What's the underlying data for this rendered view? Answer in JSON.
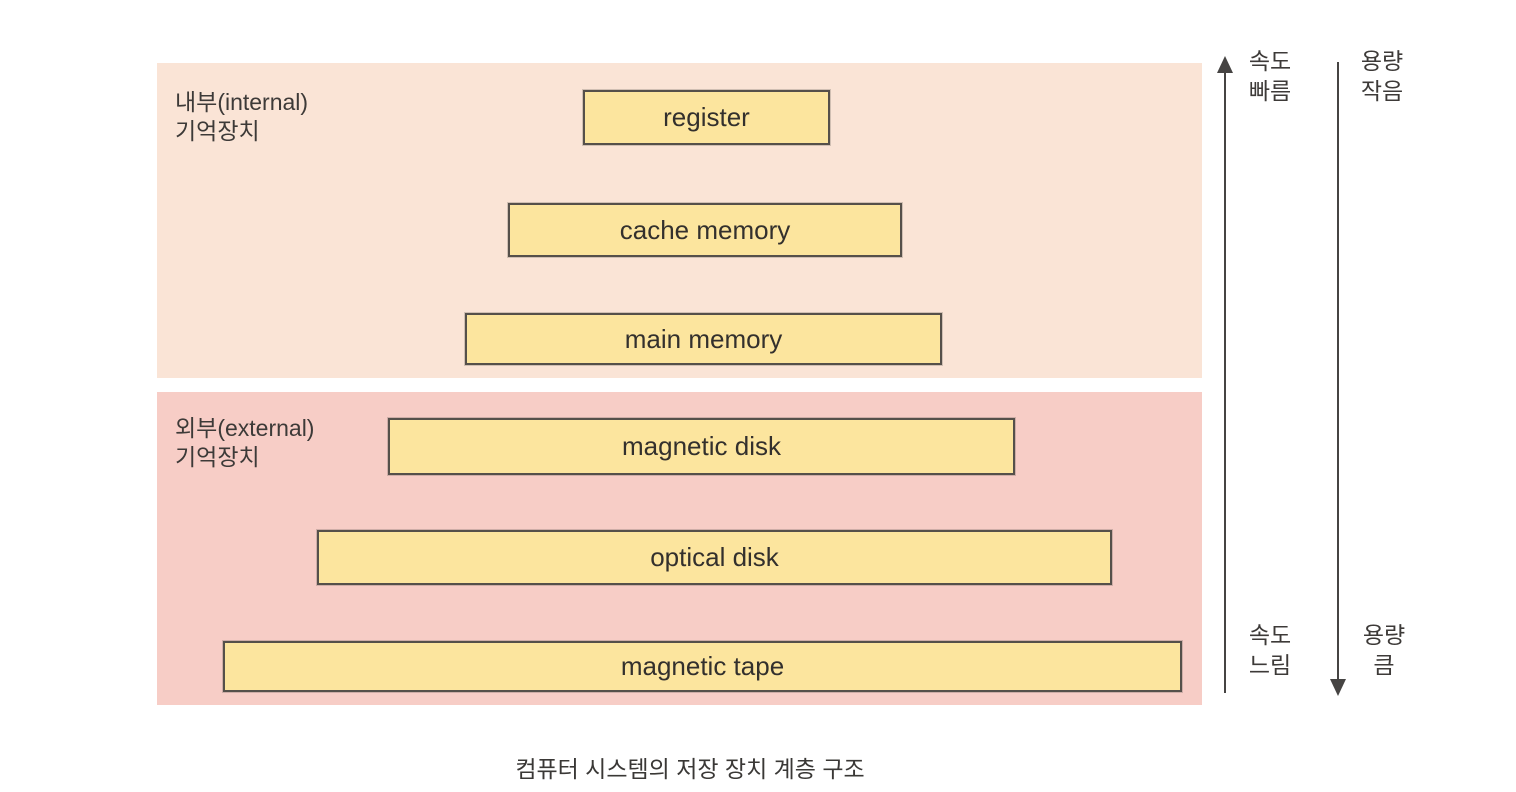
{
  "title": "컴퓨터 시스템의 저장 장치 계층 구조",
  "sections": {
    "internal": {
      "label": "내부(internal)\n기억장치"
    },
    "external": {
      "label": "외부(external)\n기억장치"
    }
  },
  "levels": [
    {
      "label": "register",
      "section": "internal"
    },
    {
      "label": "cache memory",
      "section": "internal"
    },
    {
      "label": "main memory",
      "section": "internal"
    },
    {
      "label": "magnetic disk",
      "section": "external"
    },
    {
      "label": "optical disk",
      "section": "external"
    },
    {
      "label": "magnetic tape",
      "section": "external"
    }
  ],
  "axes": {
    "speed": {
      "arrow_direction": "up",
      "top_label": "속도\n빠름",
      "bottom_label": "속도\n느림"
    },
    "capacity": {
      "arrow_direction": "down",
      "top_label": "용량\n작음",
      "bottom_label": "용량\n큼"
    }
  },
  "caption": "컴퓨터 시스템의 저장 장치 계층 구조",
  "colors": {
    "internal_section_bg": "#fae4d6",
    "external_section_bg": "#f7cdc6",
    "level_box_fill": "#fce59e",
    "level_box_border": "#55504a",
    "axis_arrow": "#464443",
    "text": "#3d3a38",
    "page_bg": "#ffffff"
  }
}
